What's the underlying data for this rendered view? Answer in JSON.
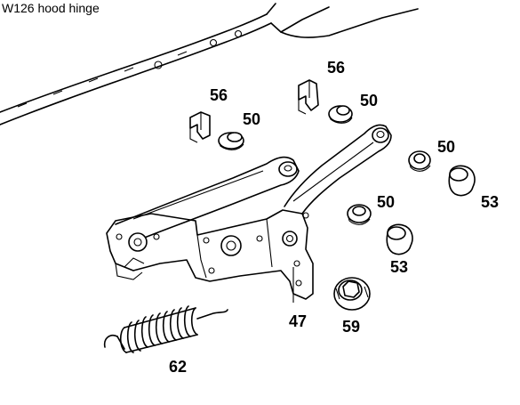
{
  "title": "W126 hood hinge",
  "callouts": {
    "c56_left": "56",
    "c50_left": "50",
    "c56_top": "56",
    "c50_top": "50",
    "c50_right_top": "50",
    "c53_right": "53",
    "c50_mid": "50",
    "c53_mid": "53",
    "c47": "47",
    "c59": "59",
    "c62": "62"
  }
}
